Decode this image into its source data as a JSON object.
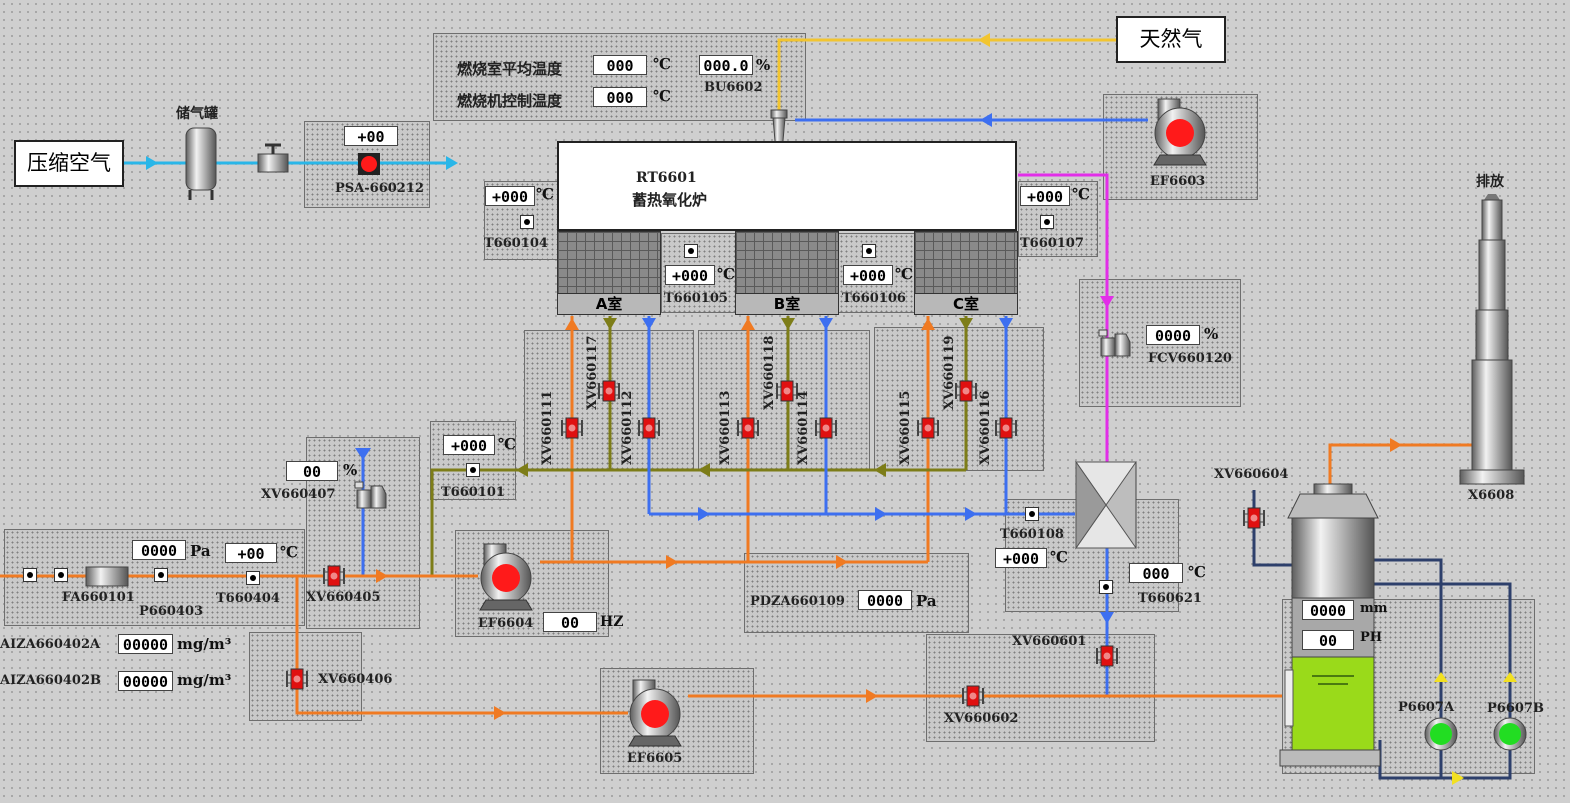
{
  "sources": {
    "compressed_air": "压缩空气",
    "natural_gas": "天然气",
    "tank": "储气罐",
    "exhaust": "排放"
  },
  "furnace": {
    "tag": "RT6601",
    "name": "蓄热氧化炉",
    "chamber_a": "A室",
    "chamber_b": "B室",
    "chamber_c": "C室"
  },
  "burner_panel": {
    "avg_temp_label": "燃烧室平均温度",
    "avg_temp_value": "000",
    "temp_unit": "℃",
    "ctrl_temp_label": "燃烧机控制温度",
    "ctrl_temp_value": "000",
    "bu_value": "000.0",
    "bu_unit": "%",
    "bu_tag": "BU6602"
  },
  "psa": {
    "value": "+00",
    "tag": "PSA-660212"
  },
  "temps": {
    "t104": {
      "value": "+000",
      "unit": "℃",
      "tag": "T660104"
    },
    "t105": {
      "value": "+000",
      "unit": "℃",
      "tag": "T660105"
    },
    "t106": {
      "value": "+000",
      "unit": "℃",
      "tag": "T660106"
    },
    "t107": {
      "value": "+000",
      "unit": "℃",
      "tag": "T660107"
    },
    "t101": {
      "value": "+000",
      "unit": "℃",
      "tag": "T660101"
    },
    "t108": {
      "value": "+000",
      "unit": "℃",
      "tag": "T660108"
    },
    "t404": {
      "value": "+00",
      "unit": "℃",
      "tag": "T660404"
    },
    "t621": {
      "value": "000",
      "unit": "℃",
      "tag": "T660621"
    }
  },
  "fcv": {
    "value": "0000",
    "unit": "%",
    "tag": "FCV660120"
  },
  "valves": {
    "v111": "XV660111",
    "v117": "XV660117",
    "v112": "XV660112",
    "v113": "XV660113",
    "v118": "XV660118",
    "v114": "XV660114",
    "v115": "XV660115",
    "v119": "XV660119",
    "v116": "XV660116",
    "v407": "XV660407",
    "v405": "XV660405",
    "v406": "XV660406",
    "v601": "XV660601",
    "v602": "XV660602",
    "v604": "XV660604"
  },
  "xv407": {
    "value": "00",
    "unit": "%"
  },
  "inlet": {
    "pa_value": "0000",
    "pa_unit": "Pa",
    "fa_tag": "FA660101",
    "p_tag": "P660403"
  },
  "fans": {
    "ef6603": "EF6603",
    "ef6604": {
      "tag": "EF6604",
      "hz_value": "00",
      "hz_unit": "HZ"
    },
    "ef6605": "EF6605"
  },
  "pdza": {
    "tag": "PDZA660109",
    "value": "0000",
    "unit": "Pa"
  },
  "analyzers": {
    "a": {
      "tag": "AIZA660402A",
      "value": "00000",
      "unit": "mg/m³"
    },
    "b": {
      "tag": "AIZA660402B",
      "value": "00000",
      "unit": "mg/m³"
    }
  },
  "scrubber": {
    "level_value": "0000",
    "level_unit": "mm",
    "ph_value": "00",
    "ph_unit": "PH",
    "pump_a": "P6607A",
    "pump_b": "P6607B"
  },
  "stack": {
    "tag": "X6608"
  },
  "colors": {
    "orange": "#f07a22",
    "blue": "#3d6ff0",
    "cyan": "#29b6e8",
    "olive": "#7d7d18",
    "magenta": "#e22ee8",
    "yellow": "#f2c530",
    "navy": "#2d3f6b",
    "valve_red": "#e01010",
    "pump_green": "#22dd22"
  }
}
